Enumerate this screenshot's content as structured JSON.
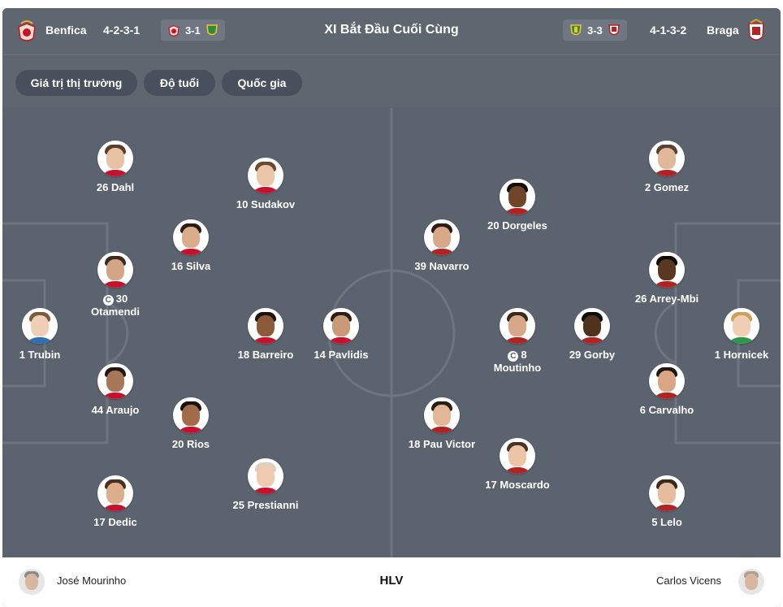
{
  "header": {
    "title": "XI Bắt Đầu Cuối Cùng",
    "home": {
      "name": "Benfica",
      "formation": "4-2-3-1",
      "last_result": "3-1"
    },
    "away": {
      "name": "Braga",
      "formation": "4-1-3-2",
      "last_result": "3-3"
    }
  },
  "filters": [
    "Giá trị thị trường",
    "Độ tuổi",
    "Quốc gia"
  ],
  "captain_icon": "C",
  "home_players": [
    {
      "label": "26 Dahl"
    },
    {
      "label": "10 Sudakov"
    },
    {
      "label": "16 Silva"
    },
    {
      "label_top": "30",
      "label": "Otamendi",
      "captain": true
    },
    {
      "label": "1 Trubin"
    },
    {
      "label": "18 Barreiro"
    },
    {
      "label": "14 Pavlidis"
    },
    {
      "label": "44 Araujo"
    },
    {
      "label": "20 Rios"
    },
    {
      "label": "25 Prestianni"
    },
    {
      "label": "17 Dedic"
    }
  ],
  "away_players": [
    {
      "label": "2 Gomez"
    },
    {
      "label": "20 Dorgeles"
    },
    {
      "label": "39 Navarro"
    },
    {
      "label": "26 Arrey-Mbi"
    },
    {
      "label": "1 Hornicek"
    },
    {
      "label_top": "8",
      "label": "Moutinho",
      "captain": true
    },
    {
      "label": "29 Gorby"
    },
    {
      "label": "6 Carvalho"
    },
    {
      "label": "18 Pau Victor"
    },
    {
      "label": "17 Moscardo"
    },
    {
      "label": "5 Lelo"
    }
  ],
  "footer": {
    "home_coach": "José Mourinho",
    "label": "HLV",
    "away_coach": "Carlos Vicens"
  },
  "colors": {
    "card": "#5b636e",
    "pill": "#48505b",
    "benfica_red": "#c8102e",
    "braga_red": "#b22222"
  }
}
